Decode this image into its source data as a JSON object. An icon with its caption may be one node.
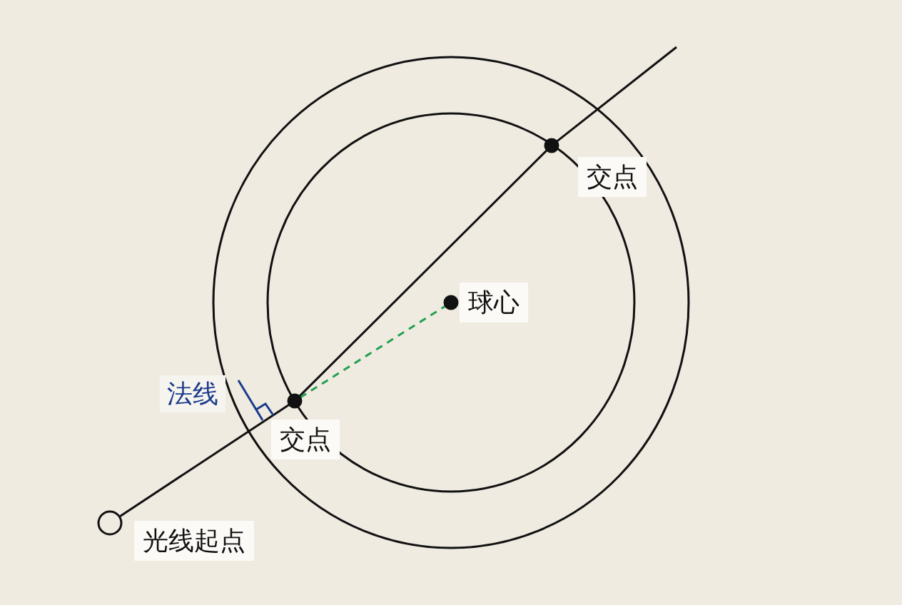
{
  "diagram": {
    "nodes": [
      {
        "text": [],
        "shape": "circle",
        "beside": [
          "光线起点"
        ]
      },
      {
        "text": [],
        "shape": "circle",
        "beside": [
          "交点"
        ]
      },
      {
        "text": [],
        "shape": "circle",
        "beside": [
          "交点"
        ]
      },
      {
        "text": [],
        "shape": "circle",
        "beside": [
          "球心"
        ]
      }
    ],
    "edges": [
      {
        "from": 0,
        "to": 1,
        "arrow": "none"
      },
      {
        "from": 1,
        "to": 2,
        "arrow": "none"
      },
      {
        "from": 2,
        "to": null,
        "arrow": "none"
      },
      {
        "from": 1,
        "to": 3,
        "arrow": "none",
        "style": "dashed",
        "color": "#22a050"
      }
    ],
    "labels": [
      "法线"
    ]
  }
}
